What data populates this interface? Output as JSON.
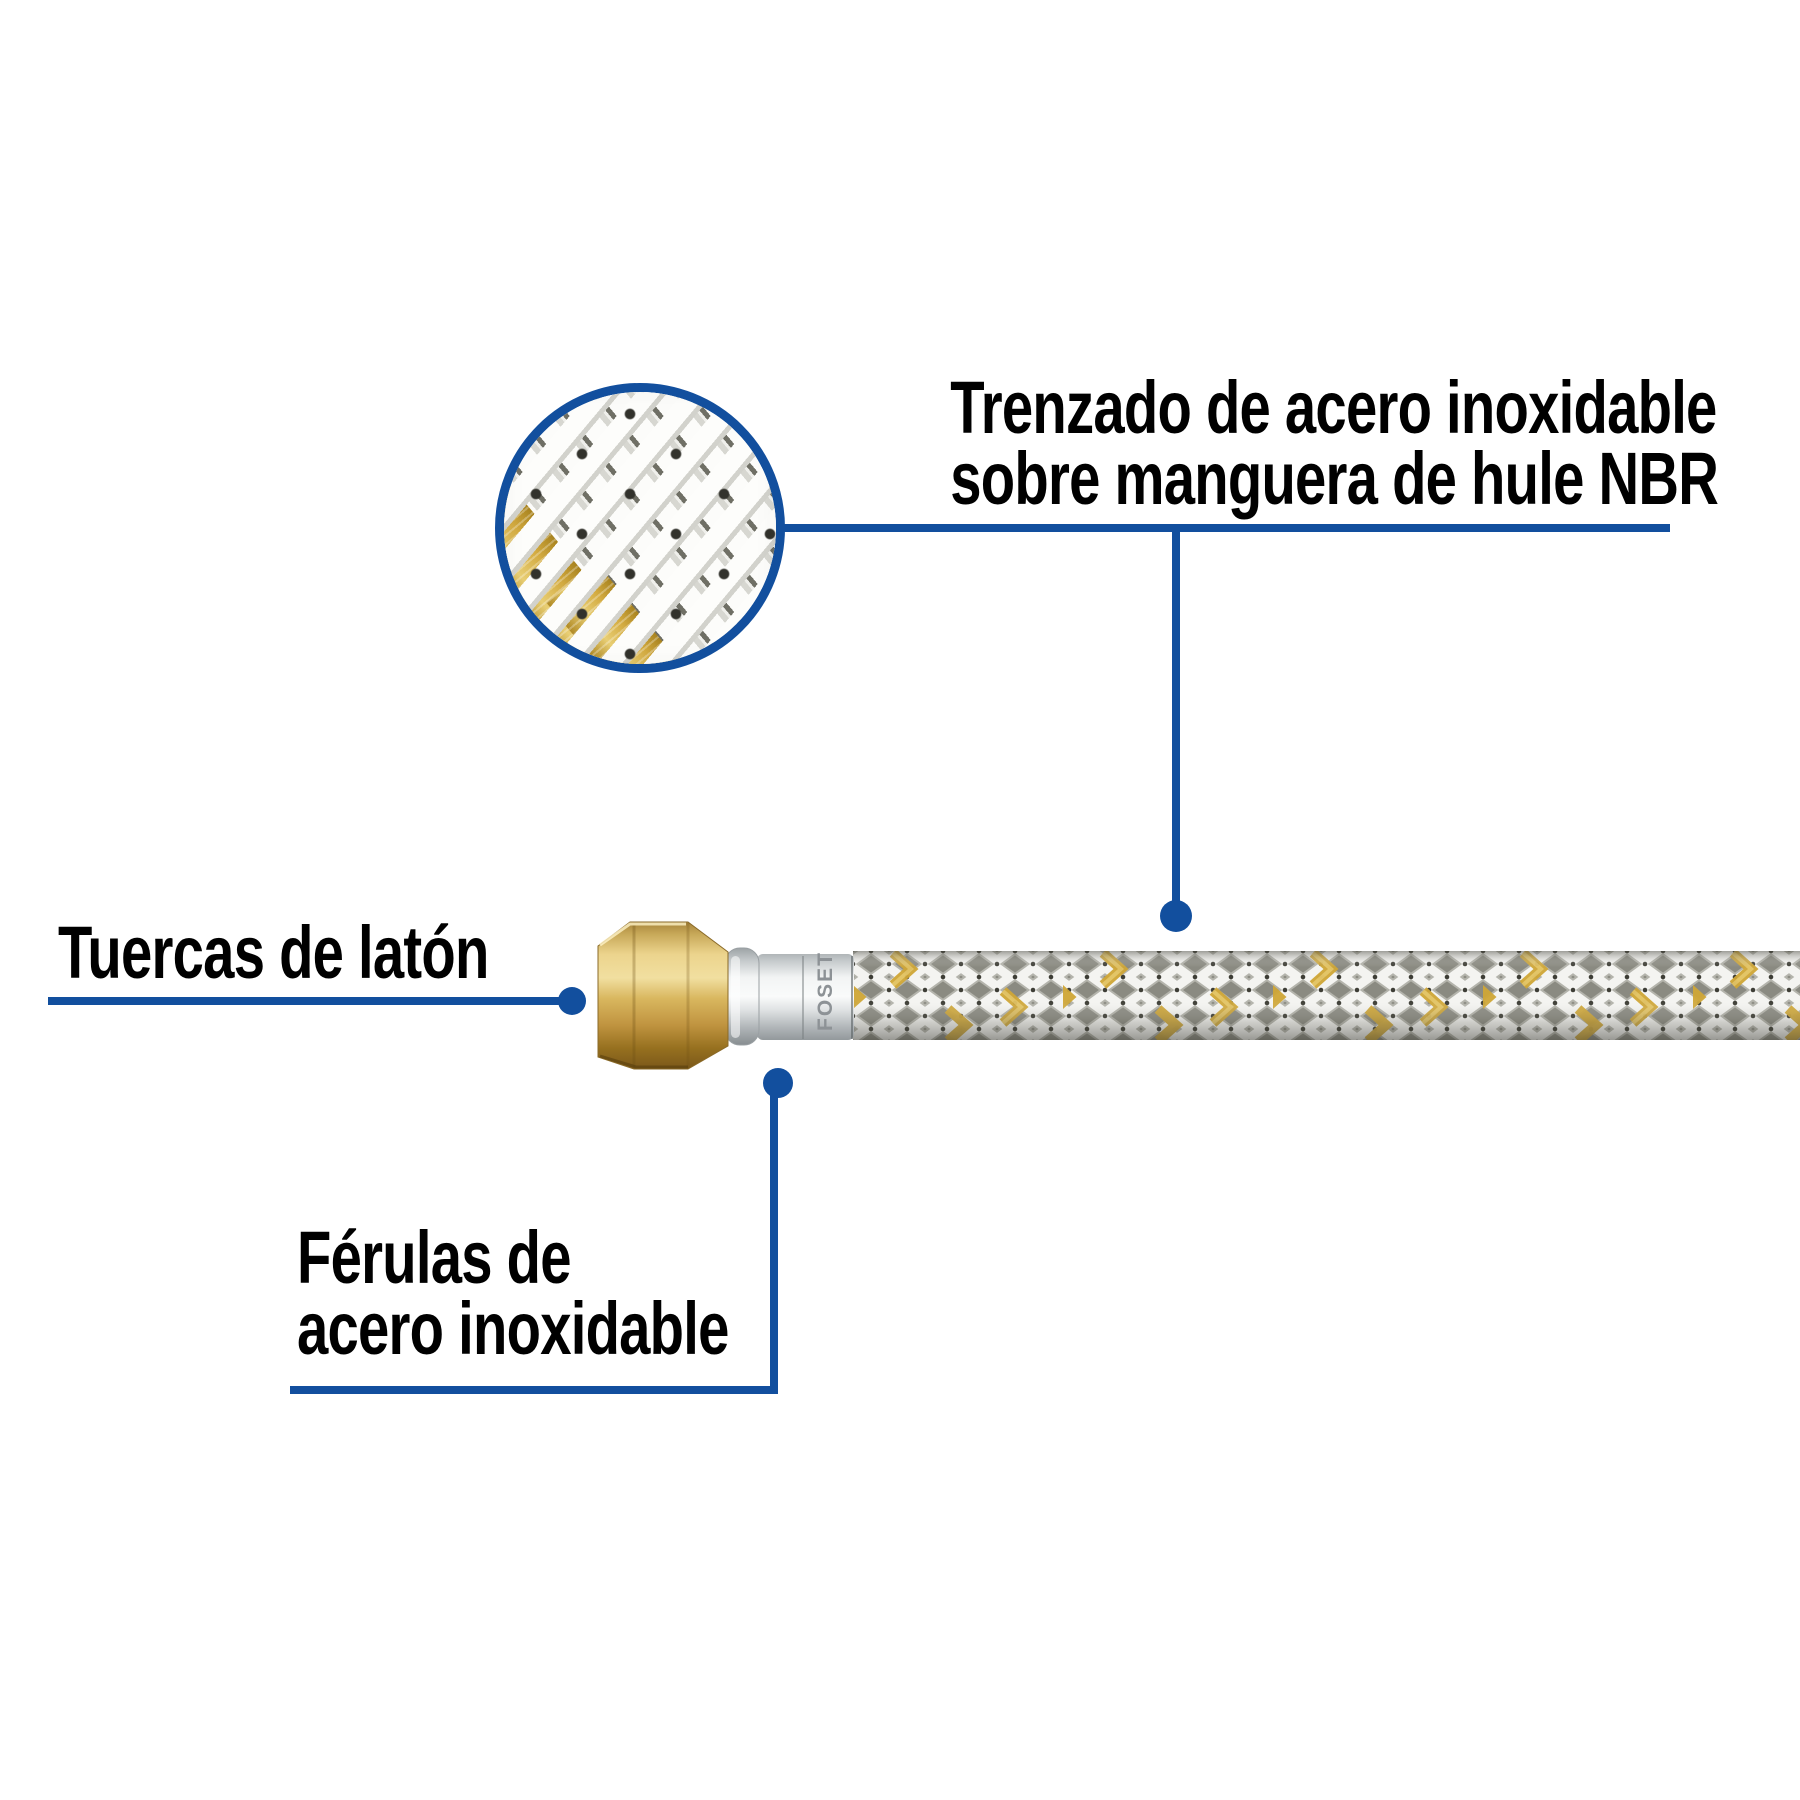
{
  "labels": {
    "braid": {
      "line1": "Trenzado de acero inoxidable",
      "line2": "sobre manguera de hule NBR"
    },
    "nuts": {
      "text": "Tuercas de latón"
    },
    "ferrules": {
      "line1": "Férulas de",
      "line2": "acero inoxidable"
    }
  },
  "hose": {
    "ferrule_marking": "FOSET"
  },
  "colors": {
    "callout_blue": "#124F9E",
    "label_black": "#000000",
    "brass_gold": "#D2AB55",
    "steel_gray": "#C6CBCD",
    "braid_gold": "#CFA636",
    "background": "#FFFFFF"
  }
}
